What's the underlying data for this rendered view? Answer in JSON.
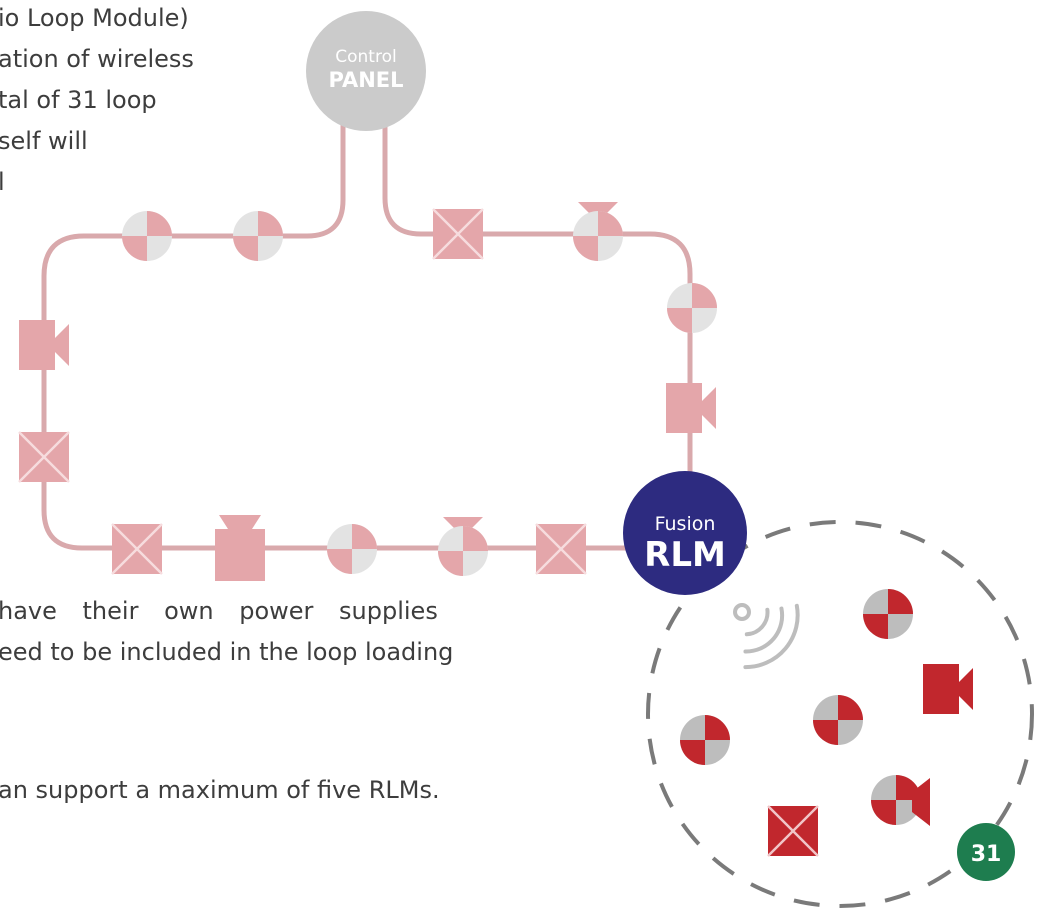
{
  "text_fragments": {
    "line1": "io Loop Module)",
    "line2": "ation of wireless",
    "line3": "tal of 31 loop",
    "line4": "self will",
    "line5": "l",
    "line6": "have their own power supplies",
    "line7": "eed to be included in the loop loading",
    "line8": "an support a maximum of five RLMs."
  },
  "control_panel": {
    "line1": "Control",
    "line2": "PANEL"
  },
  "rlm_node": {
    "line1": "Fusion",
    "line2": "RLM"
  },
  "device_count_badge": "31",
  "colors": {
    "loop_line": "#d9a9ac",
    "device_pink": "#e4a6aa",
    "device_grey": "#e3e3e3",
    "control_panel": "#cbcbcb",
    "rlm_node": "#2d2b80",
    "wireless_red": "#c1272d",
    "wireless_grey": "#bdbdbd",
    "dashed_circle": "#7a7a7a",
    "badge_green": "#1e7d4f"
  },
  "icons": {
    "loop_devices": [
      "detector-icon",
      "sounder-icon",
      "call-point-icon",
      "beacon-icon"
    ],
    "wireless_devices": [
      "detector-icon",
      "sounder-icon",
      "call-point-icon",
      "signal-icon"
    ]
  }
}
